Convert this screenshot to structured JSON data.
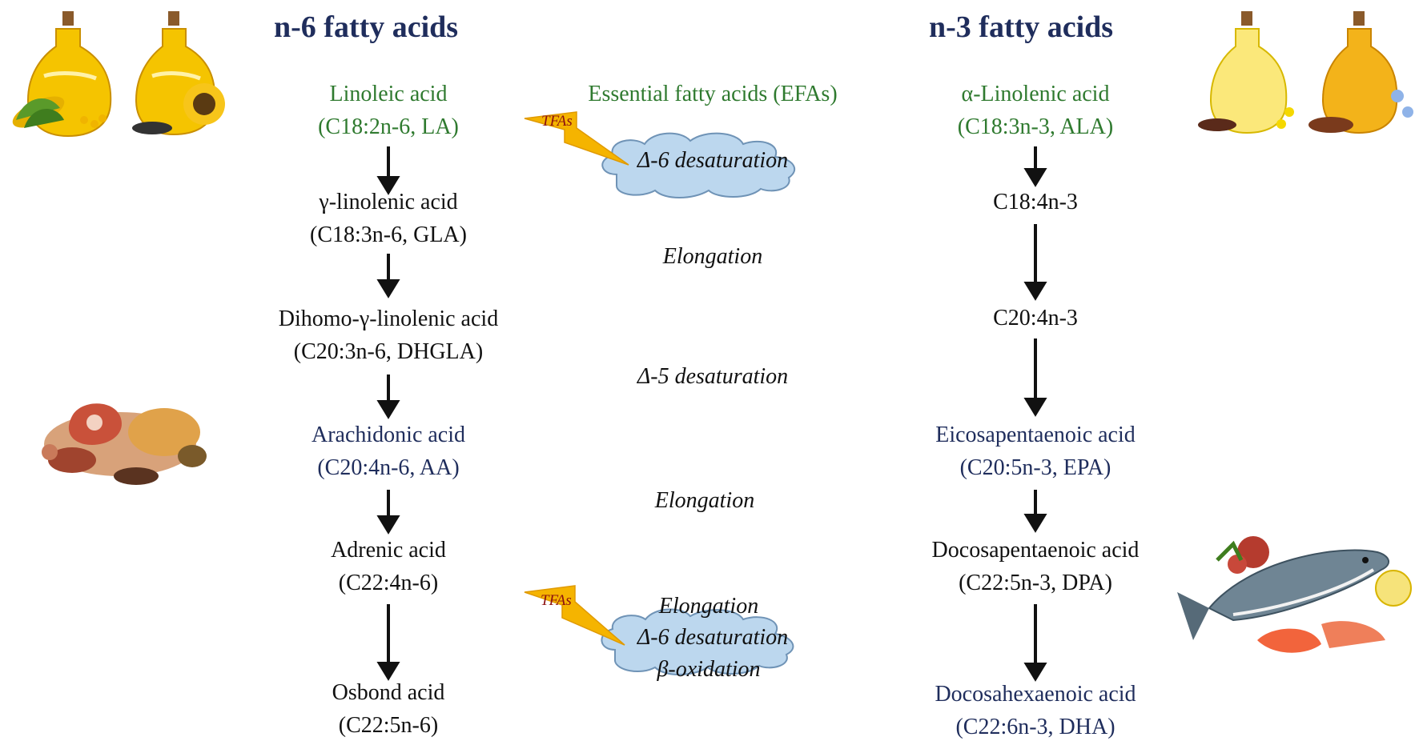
{
  "headings": {
    "n6": "n-6 fatty acids",
    "n3": "n-3 fatty acids"
  },
  "center_label": "Essential fatty acids (EFAs)",
  "n6_chain": [
    {
      "name": "Linoleic acid",
      "formula": "(C18:2n-6, LA)",
      "color": "#2f7a2f"
    },
    {
      "name": "γ-linolenic acid",
      "formula": "(C18:3n-6, GLA)",
      "color": "#111111"
    },
    {
      "name": "Dihomo-γ-linolenic acid",
      "formula": "(C20:3n-6, DHGLA)",
      "color": "#111111"
    },
    {
      "name": "Arachidonic acid",
      "formula": "(C20:4n-6, AA)",
      "color": "#1f2d5c"
    },
    {
      "name": "Adrenic acid",
      "formula": "(C22:4n-6)",
      "color": "#111111"
    },
    {
      "name": "Osbond acid",
      "formula": "(C22:5n-6)",
      "color": "#111111"
    }
  ],
  "n3_chain": [
    {
      "name": "α-Linolenic acid",
      "formula": "(C18:3n-3, ALA)",
      "color": "#2f7a2f"
    },
    {
      "name": "C18:4n-3",
      "formula": "",
      "color": "#111111"
    },
    {
      "name": "C20:4n-3",
      "formula": "",
      "color": "#111111"
    },
    {
      "name": "Eicosapentaenoic acid",
      "formula": "(C20:5n-3, EPA)",
      "color": "#1f2d5c"
    },
    {
      "name": "Docosapentaenoic acid",
      "formula": "(C22:5n-3, DPA)",
      "color": "#111111"
    },
    {
      "name": "Docosahexaenoic acid",
      "formula": "(C22:6n-3, DHA)",
      "color": "#1f2d5c"
    }
  ],
  "steps": {
    "d6_top": "Δ-6 desaturation",
    "elong1": "Elongation",
    "d5": "Δ-5 desaturation",
    "elong2": "Elongation",
    "elong3": "Elongation",
    "d6_bottom": "Δ-6 desaturation",
    "beta_ox": "β-oxidation"
  },
  "tfa_label": "TFAs",
  "colors": {
    "heading": "#1f2d5c",
    "green": "#2f7a2f",
    "cloud": "#bcd7ee",
    "cloud_stroke": "#6f93b6",
    "lightning": "#f5b400",
    "tfa": "#8b1010"
  },
  "illustrations": [
    "corn-oil-bottle-icon",
    "sunflower-oil-bottle-icon",
    "flaxseed-oil-bottles-icon",
    "meat-platter-icon",
    "fish-seafood-icon"
  ]
}
